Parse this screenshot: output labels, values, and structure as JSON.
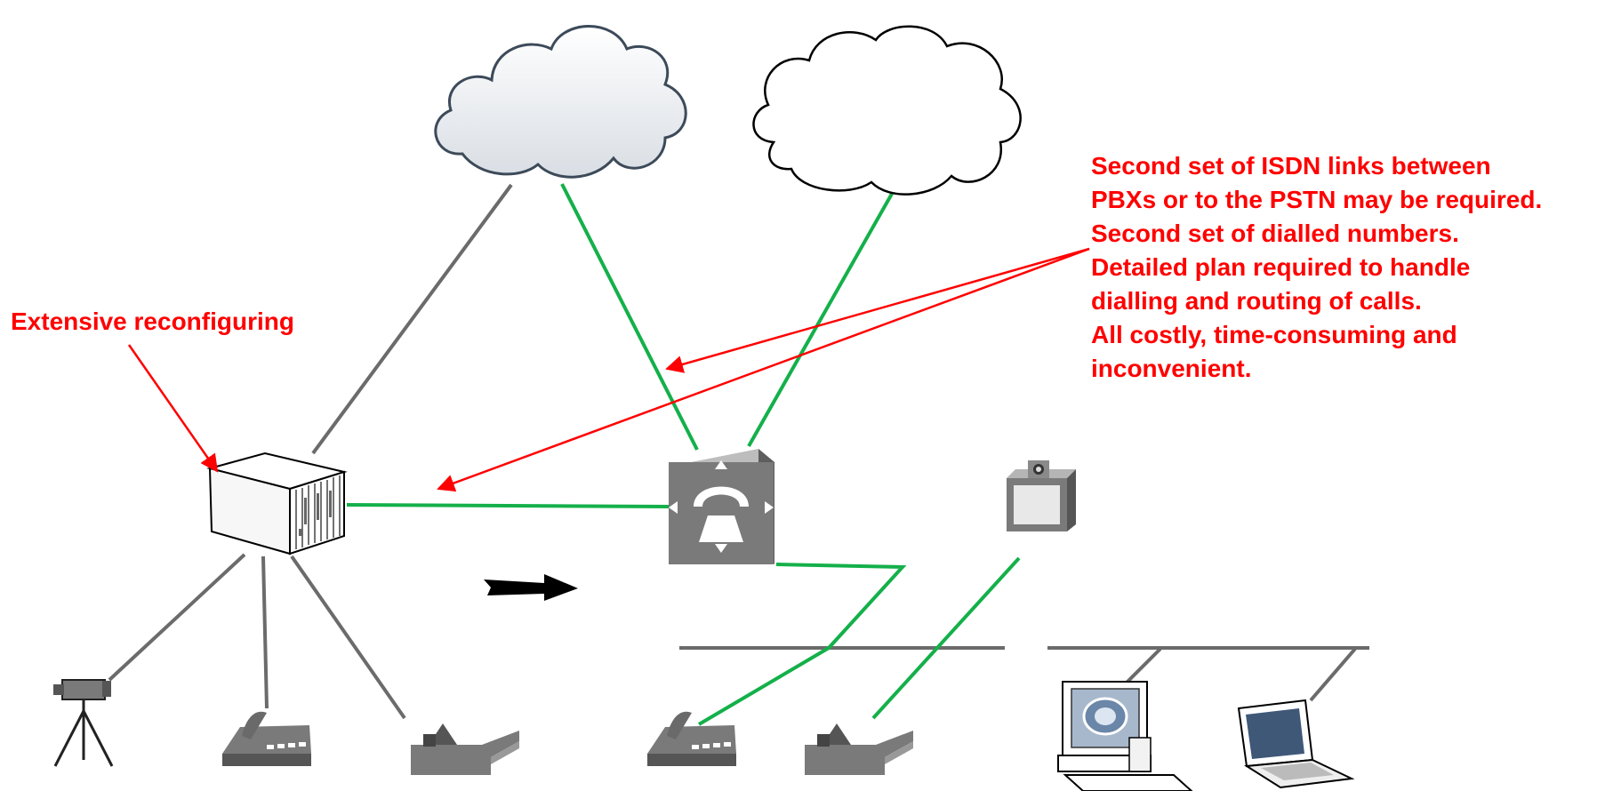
{
  "annotations": {
    "left_note": "Extensive reconfiguring",
    "right_note": [
      "Second set of ISDN links between",
      "PBXs or to the PSTN may be required.",
      "Second set of dialled numbers.",
      "Detailed plan required to handle",
      "dialling and routing of calls.",
      "All costly, time-consuming and",
      "inconvenient."
    ]
  },
  "colors": {
    "annotation": "#ff0000",
    "legacy_link": "#6b6b6b",
    "new_link": "#14b04a",
    "cloud_grey_fill": "#eef1f4",
    "cloud_white_fill": "#ffffff",
    "device_grey": "#7a7a7a"
  },
  "icons": {
    "cloud_left": "cloud-icon",
    "cloud_right": "cloud-icon",
    "pbx": "pbx-chassis-icon",
    "call_router": "voice-router-icon",
    "video_unit": "video-conference-unit-icon",
    "camera": "camera-tripod-icon",
    "phone": "telephone-icon",
    "fax": "fax-machine-icon",
    "desktop": "desktop-computer-icon",
    "laptop": "laptop-icon",
    "migration_arrow": "right-arrow-icon"
  }
}
